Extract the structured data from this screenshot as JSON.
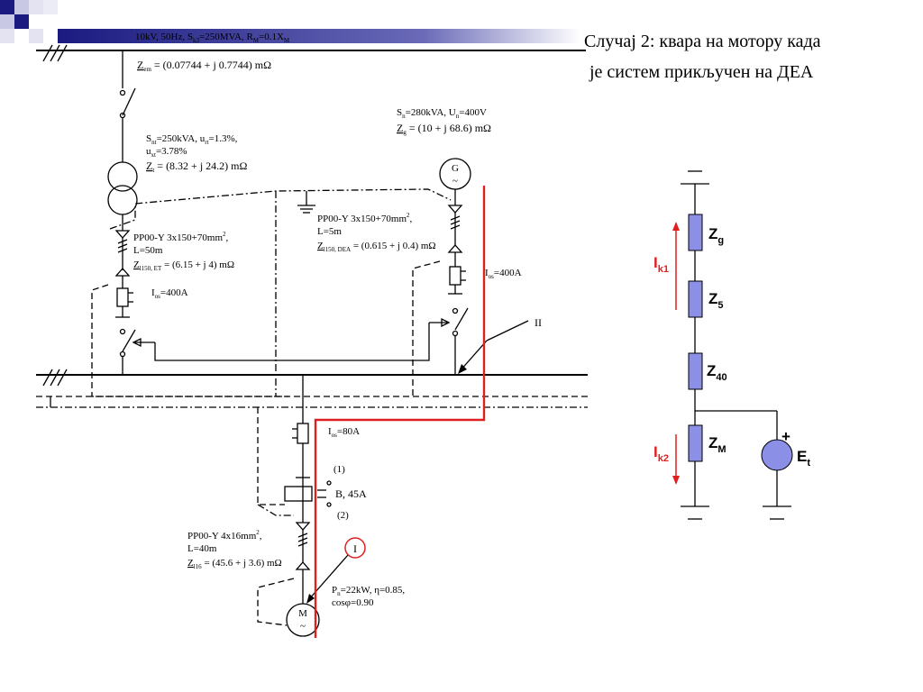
{
  "slide": {
    "title_line1": "Случај 2: квара на мотору када",
    "title_line2": "је систем прикључен на ДЕА"
  },
  "network": {
    "params": "10kV, 50Hz, S",
    "params_sub1": "k3",
    "params_mid": "=250MVA, R",
    "params_sub2": "M",
    "params_end": "=0.1X",
    "params_sub3": "M",
    "z_label": "Z",
    "z_sub": "em",
    "z_value": " = (0.07744 + j 0.7744) mΩ"
  },
  "transformer": {
    "line1_a": "S",
    "line1_sub": "nt",
    "line1_b": "=250kVA, u",
    "line1_sub2": "rt",
    "line1_c": "=1.3%,",
    "line2_a": "u",
    "line2_sub": "xt",
    "line2_b": "=3.78%",
    "z_label": "Z",
    "z_sub": "t",
    "z_value": " = (8.32 + j 24.2) mΩ"
  },
  "cable_et": {
    "line1": "PP00-Y 3x150+70mm",
    "line1_sup": "2",
    "line1_end": ",",
    "line2": "L=50m",
    "z_label": "Z",
    "z_sub": "l150, ET",
    "z_value": " = (6.15 + j 4) mΩ"
  },
  "fuse_et": {
    "a": "I",
    "sub": "os",
    "b": "=400A"
  },
  "generator": {
    "line1_a": "S",
    "line1_sub": "n",
    "line1_b": "=280kVA, U",
    "line1_sub2": "n",
    "line1_c": "=400V",
    "z_label": "Z",
    "z_sub": "g",
    "z_value": " = (10 + j 68.6) mΩ",
    "symbol_letter": "G",
    "symbol_tilde": "~"
  },
  "cable_dea": {
    "line1": "PP00-Y 3x150+70mm",
    "line1_sup": "2",
    "line1_end": ",",
    "line2": "L=5m",
    "z_label": "Z",
    "z_sub": "l150, DEA",
    "z_value": " = (0.615 + j 0.4) mΩ"
  },
  "fuse_dea": {
    "a": "I",
    "sub": "os",
    "b": "=400A"
  },
  "fault_ii": "II",
  "fuse_motor": {
    "a": "I",
    "sub": "os",
    "b": "=80A"
  },
  "breaker": {
    "label": "B, 45A",
    "pos1": "(1)",
    "pos2": "(2)"
  },
  "cable_motor": {
    "line1": "PP00-Y 4x16mm",
    "line1_sup": "2",
    "line1_end": ",",
    "line2": "L=40m",
    "z_label": "Z",
    "z_sub": "l16",
    "z_value": " = (45.6 + j 3.6) mΩ"
  },
  "fault_i": "I",
  "motor": {
    "line1_a": "P",
    "line1_sub": "n",
    "line1_b": "=22kW, η=0.85,",
    "line2": "cosφ=0.90",
    "symbol_letter": "M",
    "symbol_tilde": "~"
  },
  "equivalent": {
    "zg": "Z",
    "zg_sub": "g",
    "z5": "Z",
    "z5_sub": "5",
    "z40": "Z",
    "z40_sub": "40",
    "zm": "Z",
    "zm_sub": "M",
    "ik1": "I",
    "ik1_sub": "k1",
    "ik2": "I",
    "ik2_sub": "k2",
    "et": "E",
    "et_sub": "t",
    "plus": "+",
    "resistor_color": "#8b8fe6",
    "source_color": "#8b8fe6",
    "arrow_color": "#e02020"
  }
}
